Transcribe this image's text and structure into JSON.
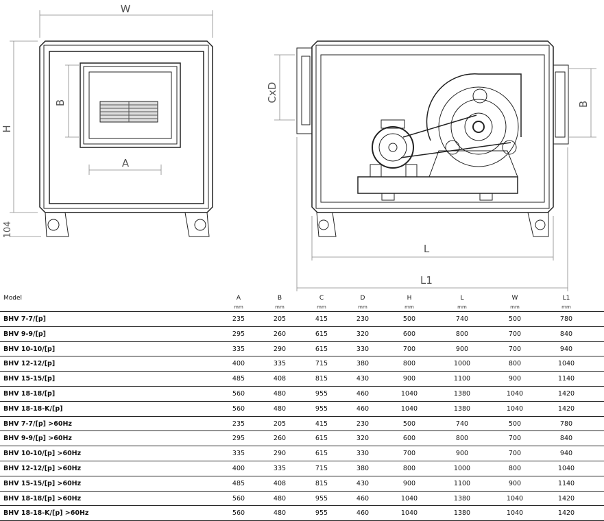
{
  "drawing": {
    "front": {
      "W": "W",
      "H": "H",
      "foot": "104",
      "B": "B",
      "A": "A"
    },
    "side": {
      "CxD": "CxD",
      "B": "B",
      "L": "L",
      "L1": "L1"
    }
  },
  "table": {
    "model_header": "Model",
    "columns": [
      {
        "name": "A",
        "unit": "mm"
      },
      {
        "name": "B",
        "unit": "mm"
      },
      {
        "name": "C",
        "unit": "mm"
      },
      {
        "name": "D",
        "unit": "mm"
      },
      {
        "name": "H",
        "unit": "mm"
      },
      {
        "name": "L",
        "unit": "mm"
      },
      {
        "name": "W",
        "unit": "mm"
      },
      {
        "name": "L1",
        "unit": "mm"
      }
    ],
    "rows": [
      {
        "model": "BHV 7-7/[p]",
        "v": [
          "235",
          "205",
          "415",
          "230",
          "500",
          "740",
          "500",
          "780"
        ]
      },
      {
        "model": "BHV 9-9/[p]",
        "v": [
          "295",
          "260",
          "615",
          "320",
          "600",
          "800",
          "700",
          "840"
        ]
      },
      {
        "model": "BHV 10-10/[p]",
        "v": [
          "335",
          "290",
          "615",
          "330",
          "700",
          "900",
          "700",
          "940"
        ]
      },
      {
        "model": "BHV 12-12/[p]",
        "v": [
          "400",
          "335",
          "715",
          "380",
          "800",
          "1000",
          "800",
          "1040"
        ]
      },
      {
        "model": "BHV 15-15/[p]",
        "v": [
          "485",
          "408",
          "815",
          "430",
          "900",
          "1100",
          "900",
          "1140"
        ]
      },
      {
        "model": "BHV 18-18/[p]",
        "v": [
          "560",
          "480",
          "955",
          "460",
          "1040",
          "1380",
          "1040",
          "1420"
        ]
      },
      {
        "model": "BHV 18-18-K/[p]",
        "v": [
          "560",
          "480",
          "955",
          "460",
          "1040",
          "1380",
          "1040",
          "1420"
        ]
      },
      {
        "model": "BHV 7-7/[p] >60Hz",
        "v": [
          "235",
          "205",
          "415",
          "230",
          "500",
          "740",
          "500",
          "780"
        ]
      },
      {
        "model": "BHV 9-9/[p] >60Hz",
        "v": [
          "295",
          "260",
          "615",
          "320",
          "600",
          "800",
          "700",
          "840"
        ]
      },
      {
        "model": "BHV 10-10/[p] >60Hz",
        "v": [
          "335",
          "290",
          "615",
          "330",
          "700",
          "900",
          "700",
          "940"
        ]
      },
      {
        "model": "BHV 12-12/[p] >60Hz",
        "v": [
          "400",
          "335",
          "715",
          "380",
          "800",
          "1000",
          "800",
          "1040"
        ]
      },
      {
        "model": "BHV 15-15/[p] >60Hz",
        "v": [
          "485",
          "408",
          "815",
          "430",
          "900",
          "1100",
          "900",
          "1140"
        ]
      },
      {
        "model": "BHV 18-18/[p] >60Hz",
        "v": [
          "560",
          "480",
          "955",
          "460",
          "1040",
          "1380",
          "1040",
          "1420"
        ]
      },
      {
        "model": "BHV 18-18-K/[p] >60Hz",
        "v": [
          "560",
          "480",
          "955",
          "460",
          "1040",
          "1380",
          "1040",
          "1420"
        ]
      }
    ]
  }
}
